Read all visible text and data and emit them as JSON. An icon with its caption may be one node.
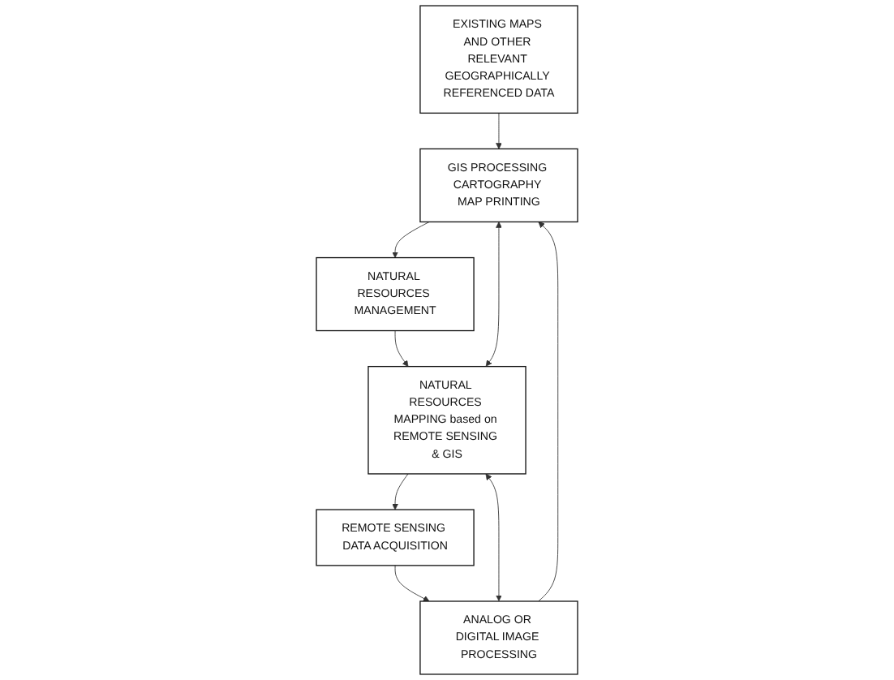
{
  "diagram": {
    "nodes": [
      {
        "text": [
          "REMOTE SENSING DATA ACQUISITION"
        ]
      },
      {
        "text": [
          "ANALOG OR DIGITAL IMAGE PROCESSING"
        ]
      },
      {
        "text": [
          "NATURAL RESOURCES MAPPING based on REMOTE SENSING & GIS"
        ]
      },
      {
        "text": [
          "GIS PROCESSING CARTOGRAPHY MAP PRINTING"
        ]
      },
      {
        "text": [
          "EXISTING MAPS AND OTHER RELEVANT GEOGRAPHICALLY REFERENCED DATA"
        ]
      },
      {
        "text": [
          "NATURAL RESOURCES MANAGEMENT"
        ]
      }
    ],
    "edges": [
      {
        "from": 0,
        "to": 1,
        "arrow": "to"
      },
      {
        "from": 1,
        "to": 2,
        "arrow": "both"
      },
      {
        "from": 1,
        "to": 3,
        "arrow": "to"
      },
      {
        "from": 2,
        "to": 0,
        "arrow": "to"
      },
      {
        "from": 2,
        "to": 3,
        "arrow": "both"
      },
      {
        "from": 4,
        "to": 3,
        "arrow": "to"
      },
      {
        "from": 5,
        "to": 2,
        "arrow": "to"
      },
      {
        "from": 3,
        "to": 5,
        "arrow": "to"
      }
    ]
  }
}
